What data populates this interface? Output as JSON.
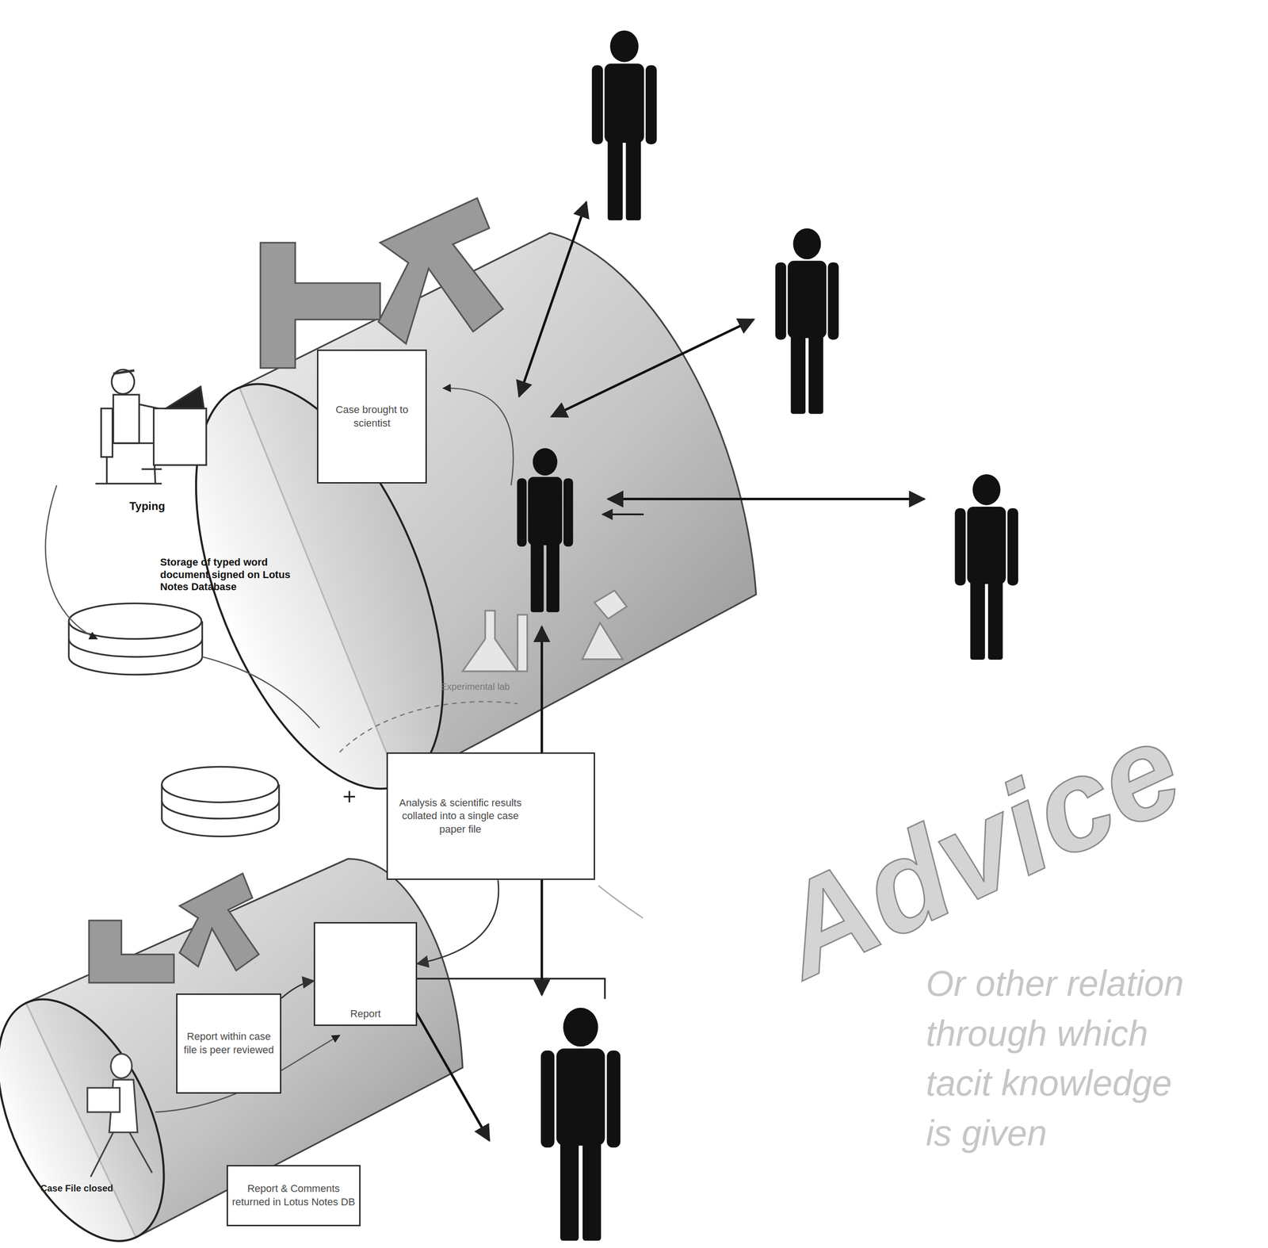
{
  "diagram": {
    "nodes": [
      {
        "text": [
          "Case brought to scientist"
        ]
      },
      {
        "text": [
          "Analysis & scientific results collated into a single case paper file"
        ]
      },
      {
        "text": [
          "Report"
        ]
      },
      {
        "text": [
          "Report within case file is peer reviewed"
        ]
      },
      {
        "text": [
          "Report & Comments returned in Lotus Notes DB"
        ]
      }
    ],
    "edges": [
      {
        "from": 1,
        "to": 2,
        "arrow": "to"
      },
      {
        "from": 3,
        "to": 2,
        "arrow": "to"
      }
    ],
    "labels": [
      "Typing",
      "Storage of typed word document signed on Lotus Notes Database",
      "Experimental lab",
      "Case File closed",
      "Advice",
      "Or other relation through which tacit knowledge is given"
    ]
  }
}
